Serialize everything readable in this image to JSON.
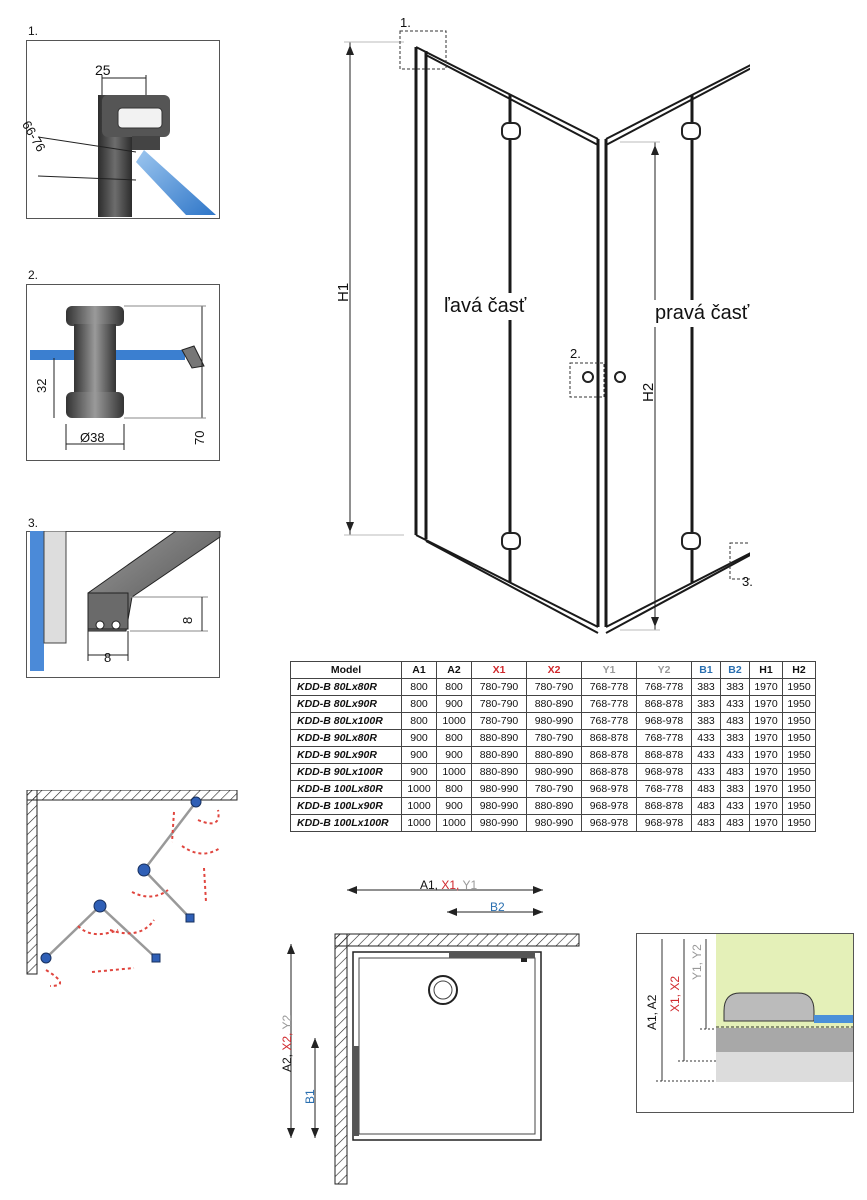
{
  "detail_1": {
    "number": "1.",
    "dim_top": "25",
    "dim_side": "66-76"
  },
  "detail_2": {
    "number": "2.",
    "dim_height": "32",
    "dim_diameter": "Ø38",
    "dim_total": "70"
  },
  "detail_3": {
    "number": "3.",
    "dim_v": "8",
    "dim_h": "8"
  },
  "main": {
    "callout_1": "1.",
    "callout_2": "2.",
    "callout_3": "3.",
    "h1": "H1",
    "h2": "H2",
    "left_part": "ľavá časť",
    "right_part": "pravá časť"
  },
  "table": {
    "headers": [
      "Model",
      "A1",
      "A2",
      "X1",
      "X2",
      "Y1",
      "Y2",
      "B1",
      "B2",
      "H1",
      "H2"
    ],
    "rows": [
      [
        "KDD-B 80Lx80R",
        "800",
        "800",
        "780-790",
        "780-790",
        "768-778",
        "768-778",
        "383",
        "383",
        "1970",
        "1950"
      ],
      [
        "KDD-B 80Lx90R",
        "800",
        "900",
        "780-790",
        "880-890",
        "768-778",
        "868-878",
        "383",
        "433",
        "1970",
        "1950"
      ],
      [
        "KDD-B 80Lx100R",
        "800",
        "1000",
        "780-790",
        "980-990",
        "768-778",
        "968-978",
        "383",
        "483",
        "1970",
        "1950"
      ],
      [
        "KDD-B 90Lx80R",
        "900",
        "800",
        "880-890",
        "780-790",
        "868-878",
        "768-778",
        "433",
        "383",
        "1970",
        "1950"
      ],
      [
        "KDD-B 90Lx90R",
        "900",
        "900",
        "880-890",
        "880-890",
        "868-878",
        "868-878",
        "433",
        "433",
        "1970",
        "1950"
      ],
      [
        "KDD-B 90Lx100R",
        "900",
        "1000",
        "880-890",
        "980-990",
        "868-878",
        "968-978",
        "433",
        "483",
        "1970",
        "1950"
      ],
      [
        "KDD-B 100Lx80R",
        "1000",
        "800",
        "980-990",
        "780-790",
        "968-978",
        "768-778",
        "483",
        "383",
        "1970",
        "1950"
      ],
      [
        "KDD-B 100Lx90R",
        "1000",
        "900",
        "980-990",
        "880-890",
        "968-978",
        "868-878",
        "483",
        "433",
        "1970",
        "1950"
      ],
      [
        "KDD-B 100Lx100R",
        "1000",
        "1000",
        "980-990",
        "980-990",
        "968-978",
        "968-978",
        "483",
        "483",
        "1970",
        "1950"
      ]
    ]
  },
  "plan": {
    "top_a1": "A1,",
    "top_x1": "X1,",
    "top_y1": "Y1",
    "b2": "B2",
    "side_a2": "A2,",
    "side_x2": "X2,",
    "side_y2": "Y2",
    "b1": "B1"
  },
  "section": {
    "a": "A1, A2",
    "x": "X1, X2",
    "y": "Y1, Y2"
  },
  "colors": {
    "x_red": "#d0282c",
    "y_gray": "#999999",
    "b_blue": "#2a6fb0",
    "glass_blue": "#4a90d9",
    "tray_green": "#e4f0b8"
  }
}
